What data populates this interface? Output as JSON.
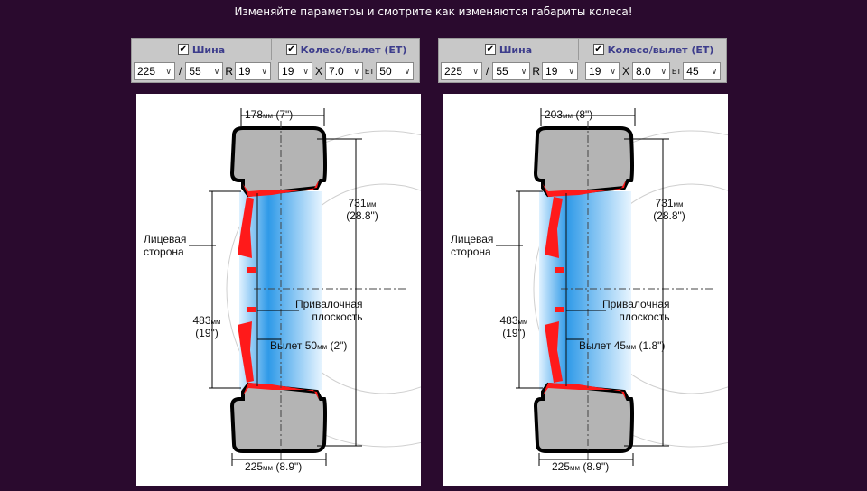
{
  "header": {
    "title": "Изменяйте параметры и смотрите как изменяются габариты колеса!"
  },
  "panels": [
    {
      "tire_label": "Шина",
      "wheel_label": "Колесо/вылет (ET)",
      "tire_width": "225",
      "slash": "/",
      "tire_profile": "55",
      "r_label": "R",
      "tire_diameter": "19",
      "wheel_diameter": "19",
      "x_label": "X",
      "wheel_width": "7.0",
      "et_label": "ET",
      "et_value": "50",
      "dims": {
        "top_width_num": "178",
        "top_width_unit": "мм",
        "top_width_inch": " (7\")",
        "outer_d_num": "731",
        "outer_d_unit": "мм",
        "outer_d_inch": "(28.8\")",
        "rim_d_num": "483",
        "rim_d_unit": "мм",
        "rim_d_inch": "(19\")",
        "tire_w_num": "225",
        "tire_w_unit": "мм",
        "tire_w_inch": " (8.9\")",
        "offset_prefix": "Вылет ",
        "offset_num": "50",
        "offset_unit": "мм",
        "offset_inch": " (2\")",
        "face_1": "Лицевая",
        "face_2": "сторона",
        "mount_1": "Привалочная",
        "mount_2": "плоскость"
      }
    },
    {
      "tire_label": "Шина",
      "wheel_label": "Колесо/вылет (ET)",
      "tire_width": "225",
      "slash": "/",
      "tire_profile": "55",
      "r_label": "R",
      "tire_diameter": "19",
      "wheel_diameter": "19",
      "x_label": "X",
      "wheel_width": "8.0",
      "et_label": "ET",
      "et_value": "45",
      "dims": {
        "top_width_num": "203",
        "top_width_unit": "мм",
        "top_width_inch": " (8\")",
        "outer_d_num": "731",
        "outer_d_unit": "мм",
        "outer_d_inch": "(28.8\")",
        "rim_d_num": "483",
        "rim_d_unit": "мм",
        "rim_d_inch": "(19\")",
        "tire_w_num": "225",
        "tire_w_unit": "мм",
        "tire_w_inch": " (8.9\")",
        "offset_prefix": "Вылет ",
        "offset_num": "45",
        "offset_unit": "мм",
        "offset_inch": " (1.8\")",
        "face_1": "Лицевая",
        "face_2": "сторона",
        "mount_1": "Привалочная",
        "mount_2": "плоскость"
      }
    }
  ],
  "colors": {
    "background": "#2a0a2e",
    "rim": "#ff1a1a",
    "tire": "#b4b4b4",
    "hub_blue": "#3aa6ee",
    "header_text": "#3d3d8c"
  }
}
